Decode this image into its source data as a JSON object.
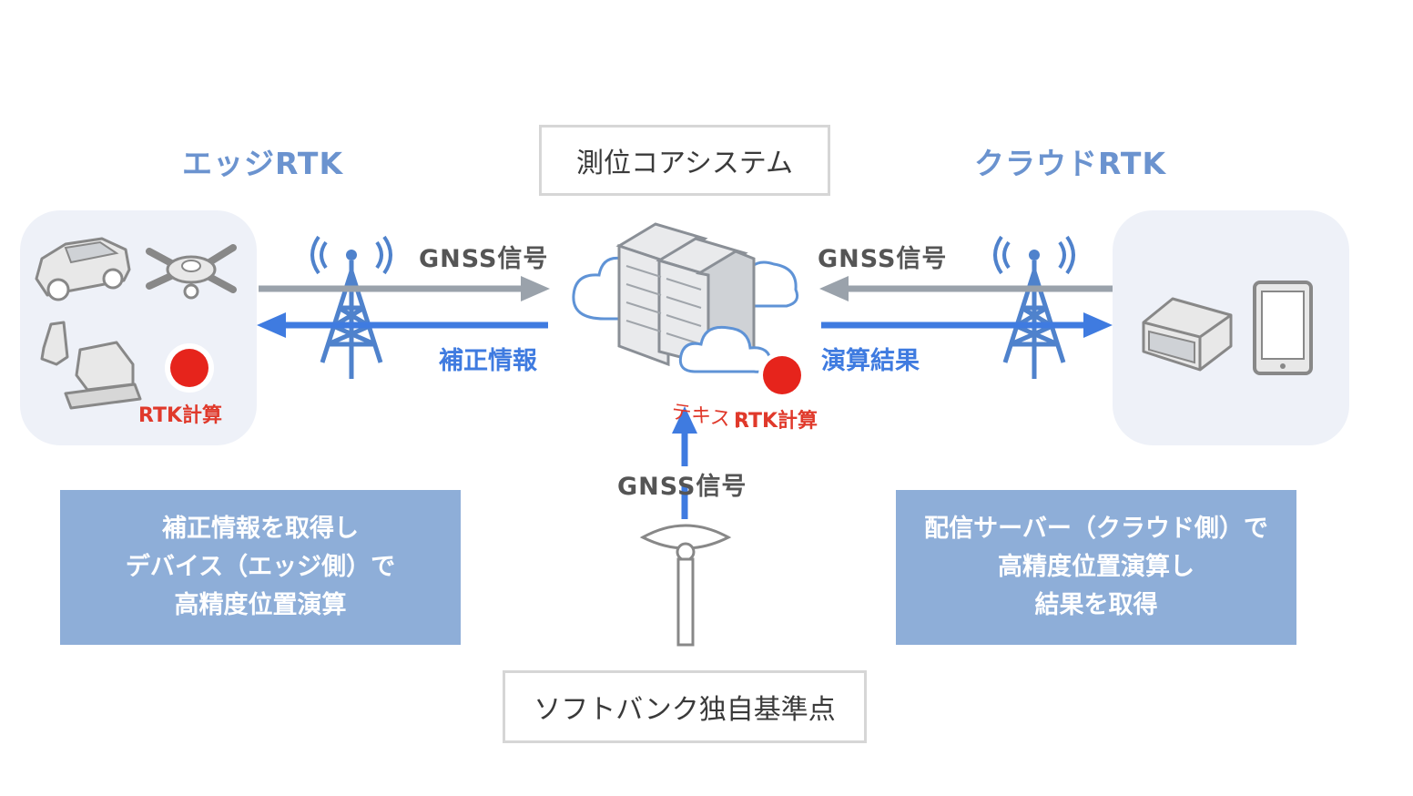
{
  "headings": {
    "edge": "エッジRTK",
    "core": "測位コアシステム",
    "cloud": "クラウドRTK"
  },
  "labels": {
    "gnss_left": "GNSS信号",
    "gnss_right": "GNSS信号",
    "gnss_bottom": "GNSS信号",
    "correction": "補正情報",
    "result": "演算結果",
    "rtk_left": "RTK計算",
    "rtk_center": "RTK計算",
    "stray_text": "テキスト",
    "base_station": "ソフトバンク独自基準点"
  },
  "descriptions": {
    "edge": [
      "補正情報を取得し",
      "デバイス（エッジ側）で",
      "高精度位置演算"
    ],
    "cloud": [
      "配信サーバー（クラウド側）で",
      "高精度位置演算し",
      "結果を取得"
    ]
  },
  "colors": {
    "heading": "#6b93cf",
    "arrow_gray": "#9aa2ab",
    "arrow_blue": "#3f7be0",
    "red_dot": "#e6241c",
    "desc_box": "#8eaed8",
    "panel": "#eef1f8"
  },
  "icons": [
    "car-icon",
    "drone-icon",
    "excavator-icon",
    "antenna-tower-icon",
    "server-cloud-icon",
    "vr-headset-icon",
    "smartphone-icon",
    "gnss-antenna-icon"
  ]
}
